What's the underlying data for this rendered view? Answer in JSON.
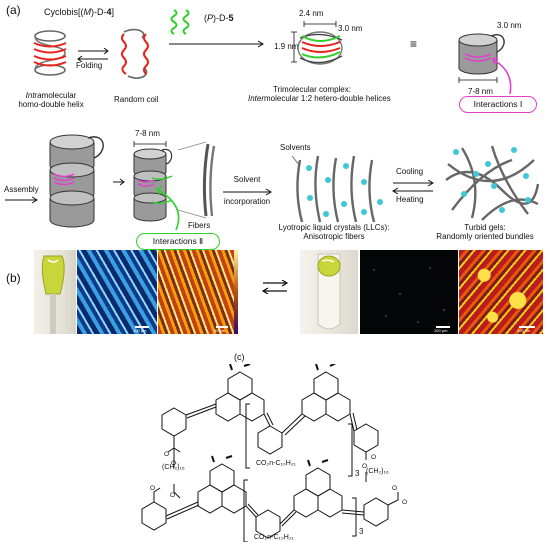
{
  "panel_a": {
    "label": "(a)",
    "cyclobis": {
      "prefix": "Cyclobis[(",
      "italic": "M",
      "mid": ")-D-",
      "bold": "4",
      "suffix": "]"
    },
    "pd5": {
      "prefix": "(",
      "italic": "P",
      "mid": ")-D-",
      "bold": "5"
    },
    "folding": "Folding",
    "intra_line1_italic": "Intra",
    "intra_line1_rest": "molecular",
    "intra_line2": "homo-double helix",
    "random_coil": "Random coil",
    "dim_24": "2.4 nm",
    "dim_30": "3.0 nm",
    "dim_19": "1.9 nm",
    "trimolecular": "Trimolecular complex:",
    "inter_italic": "Inter",
    "inter_rest": "molecular 1:2 hetero-double helices",
    "equiv": "≡",
    "right_30": "3.0 nm",
    "right_78": "7-8 nm",
    "interactions_1": "Interactions Ⅰ",
    "assembly": "Assembly",
    "stack_78": "7-8 nm",
    "interactions_2": "Interactions Ⅱ",
    "fibers": "Fibers",
    "solvent_inc_1": "Solvent",
    "solvent_inc_2": "incorporation",
    "solvents": "Solvents",
    "llc_1": "Lyotropic liquid crystals (LLCs):",
    "llc_2": "Anisotropic fibers",
    "cooling": "Cooling",
    "heating": "Heating",
    "gels_1": "Turbid gels:",
    "gels_2": "Randomly oriented bundles"
  },
  "panel_b": {
    "label": "(b)",
    "scale_1": "100 μm",
    "scale_2": "50 nm",
    "scale_3": "100 μm",
    "scale_4": "500 nm"
  },
  "panel_c": {
    "label": "(c)",
    "ester_top": "CO₂n-C₁₀H₂₁",
    "ester_bottom": "CO₂n-C₁₀H₂₁",
    "repeat_top": "3",
    "repeat_bottom": "3",
    "chain_left": "(CH₂)₁₆",
    "chain_right": "(CH₂)₁₆"
  },
  "colors": {
    "helix_red": "#e8221c",
    "helix_green": "#2fd02a",
    "magenta": "#e23fcf",
    "pill_green": "#2fd02a",
    "cyan_dot": "#3fc6d8"
  }
}
